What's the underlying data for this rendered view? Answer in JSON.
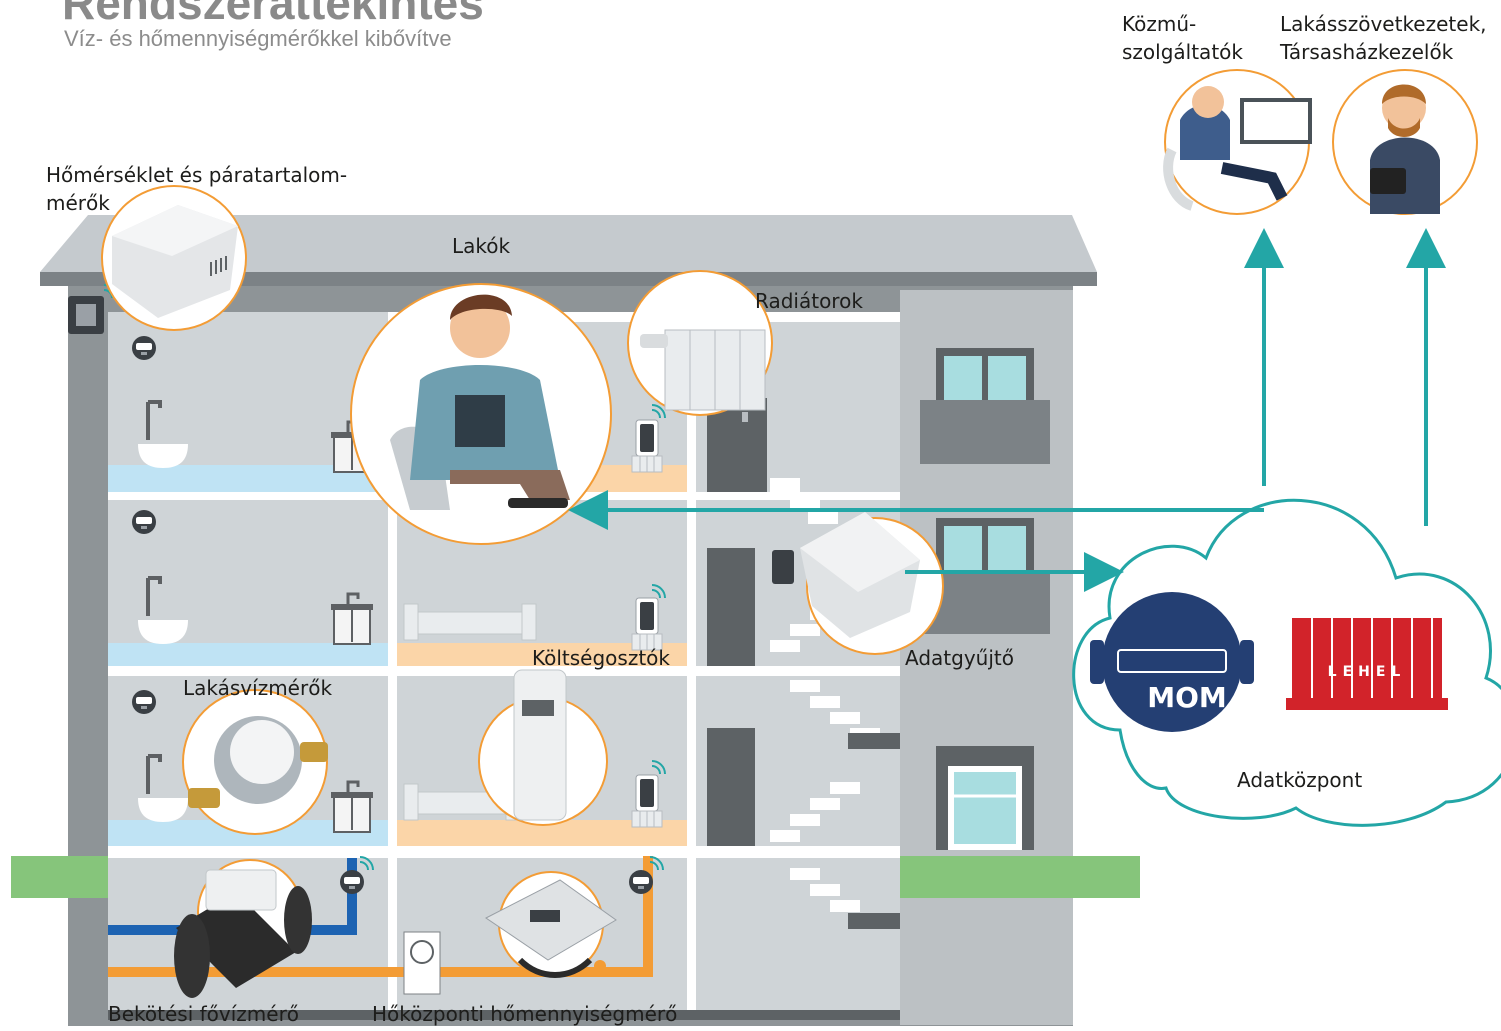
{
  "header": {
    "title": "Rendszeráttekintés",
    "subtitle": "Víz- és hőmennyiségmérőkkel kibővítve"
  },
  "stakeholders": {
    "utility_line1": "Közmű-",
    "utility_line2": "szolgáltatók",
    "managers_line1": "Lakásszövetkezetek,",
    "managers_line2": "Társasházkezelők"
  },
  "labels": {
    "temp_sensor_line1": "Hőmérséklet és páratartalom-",
    "temp_sensor_line2": "mérők",
    "residents": "Lakók",
    "radiators": "Radiátorok",
    "cost_allocators": "Költségosztók",
    "data_collector": "Adatgyűjtő",
    "apartment_water_meters": "Lakásvízmérők",
    "main_water_meter": "Bekötési fővízmérő",
    "heat_meter": "Hőközponti hőmennyiségmérő",
    "data_center": "Adatközpont"
  },
  "logos": {
    "mom": "MOM",
    "lehel": "LEHEL"
  },
  "colors": {
    "teal": "#23a6a6",
    "orange": "#f39c35",
    "blue": "#1d63b2",
    "wall": "#8e9497",
    "room": "#cfd4d7",
    "water": "#bfe3f4",
    "floor_orange": "#fbd5a8",
    "grass": "#86c57b",
    "mom_navy": "#243f73",
    "lehel_red": "#d2232a"
  },
  "icons": [
    "wifi-icon",
    "water-meter-icon",
    "shower-icon",
    "sink-cabinet-icon",
    "radiator-cost-allocator-icon",
    "cloud-icon",
    "arrow-up-icon",
    "arrow-left-icon",
    "arrow-right-icon"
  ]
}
